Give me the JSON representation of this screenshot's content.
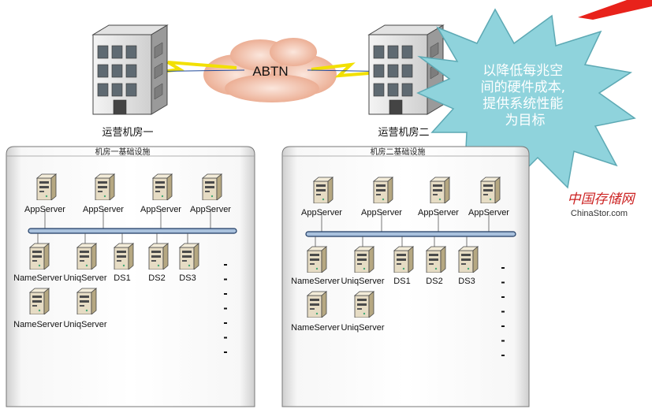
{
  "network": {
    "cloud_label": "ABTN",
    "site_a_label": "运营机房一",
    "site_b_label": "运营机房二"
  },
  "callout": {
    "lines": [
      "以降低每兆空",
      "间的硬件成本,",
      "提供系统性能",
      "为目标"
    ],
    "color": "#8fd3dc"
  },
  "watermark": {
    "logo_text": "中国存储网",
    "domain": "ChinaStor.com",
    "color": "#cc2222"
  },
  "panels": [
    {
      "title": "机房一基础设施",
      "app_servers": [
        "AppServer",
        "AppServer",
        "AppServer",
        "AppServer"
      ],
      "row1": [
        "NameServer",
        "UniqServer",
        "DS1",
        "DS2",
        "DS3"
      ],
      "row2": [
        "NameServer",
        "UniqServer"
      ]
    },
    {
      "title": "机房二基础设施",
      "app_servers": [
        "AppServer",
        "AppServer",
        "AppServer",
        "AppServer"
      ],
      "row1": [
        "NameServer",
        "UniqServer",
        "DS1",
        "DS2",
        "DS3"
      ],
      "row2": [
        "NameServer",
        "UniqServer"
      ]
    }
  ],
  "colors": {
    "bus": "#a9c1dd",
    "bus_stroke": "#1f3b63",
    "lightning": "#f2e000",
    "cloud": "#e9a487",
    "flag": "#e8221b"
  }
}
